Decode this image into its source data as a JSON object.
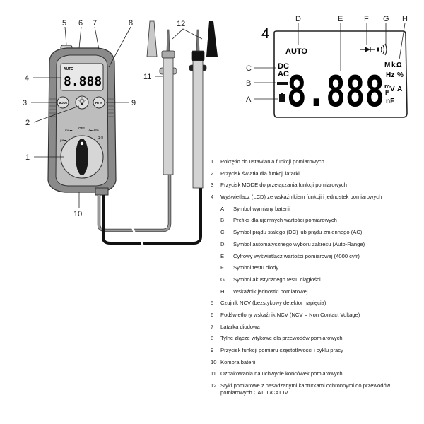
{
  "callouts": {
    "left": [
      "5",
      "6",
      "7",
      "8",
      "4",
      "3",
      "9",
      "2",
      "1",
      "10",
      "11",
      "12"
    ],
    "lcd_number": "4",
    "lcd_letters": [
      "D",
      "E",
      "F",
      "G",
      "H",
      "C",
      "B",
      "A"
    ]
  },
  "device": {
    "auto": "AUTO",
    "digits": "8.888",
    "mode": "MODE",
    "hz": "Hz %",
    "dial_off": "OFF",
    "dial_left": "mA⎓",
    "dial_left2": "µA⎓",
    "dial_right": "V⎓Hz%",
    "dial_right2": "Ω·))"
  },
  "lcd": {
    "auto": "AUTO",
    "dc": "DC",
    "ac": "AC",
    "digits": "8.888",
    "units": [
      "M",
      "k",
      "Ω",
      "Hz",
      "%",
      "m",
      "µ",
      "V",
      "A",
      "nF"
    ]
  },
  "legend": [
    {
      "num": "1",
      "text": "Pokrętło do ustawiania funkcji pomiarowych"
    },
    {
      "num": "2",
      "text": "Przycisk światła dla funkcji latarki"
    },
    {
      "num": "3",
      "text": "Przycisk MODE do przełączania funkcji pomiarowych"
    },
    {
      "num": "4",
      "text": "Wyświetlacz (LCD) ze wskaźnikiem funkcji i jednostek pomiarowych"
    },
    {
      "num": "A",
      "text": "Symbol wymiany baterii",
      "sub": true
    },
    {
      "num": "B",
      "text": "Prefiks dla ujemnych wartości pomiarowych",
      "sub": true
    },
    {
      "num": "C",
      "text": "Symbol prądu stałego (DC) lub prądu zmiennego (AC)",
      "sub": true
    },
    {
      "num": "D",
      "text": "Symbol automatycznego wyboru zakresu (Auto-Range)",
      "sub": true
    },
    {
      "num": "E",
      "text": "Cyfrowy wyświetlacz wartości pomiarowej (4000 cyfr)",
      "sub": true
    },
    {
      "num": "F",
      "text": "Symbol testu diody",
      "sub": true
    },
    {
      "num": "G",
      "text": "Symbol akustycznego testu ciągłości",
      "sub": true
    },
    {
      "num": "H",
      "text": "Wskaźnik jednostki pomiarowej",
      "sub": true
    },
    {
      "num": "5",
      "text": "Czujnik NCV (bezstykowy detektor napięcia)"
    },
    {
      "num": "6",
      "text": "Podświetlony wskaźnik NCV (NCV = Non Contact Voltage)"
    },
    {
      "num": "7",
      "text": "Latarka diodowa"
    },
    {
      "num": "8",
      "text": "Tylne złącze wtykowe dla przewodów pomiarowych"
    },
    {
      "num": "9",
      "text": "Przycisk funkcji pomiaru częstotliwości i cyklu pracy"
    },
    {
      "num": "10",
      "text": "Komora baterii"
    },
    {
      "num": "11",
      "text": "Oznakowania na uchwycie końcówek pomiarowych"
    },
    {
      "num": "12",
      "text": "Styki pomiarowe z nasadzanymi kapturkami ochronnymi do przewodów pomiarowych CAT III/CAT IV",
      "tall": true
    }
  ]
}
